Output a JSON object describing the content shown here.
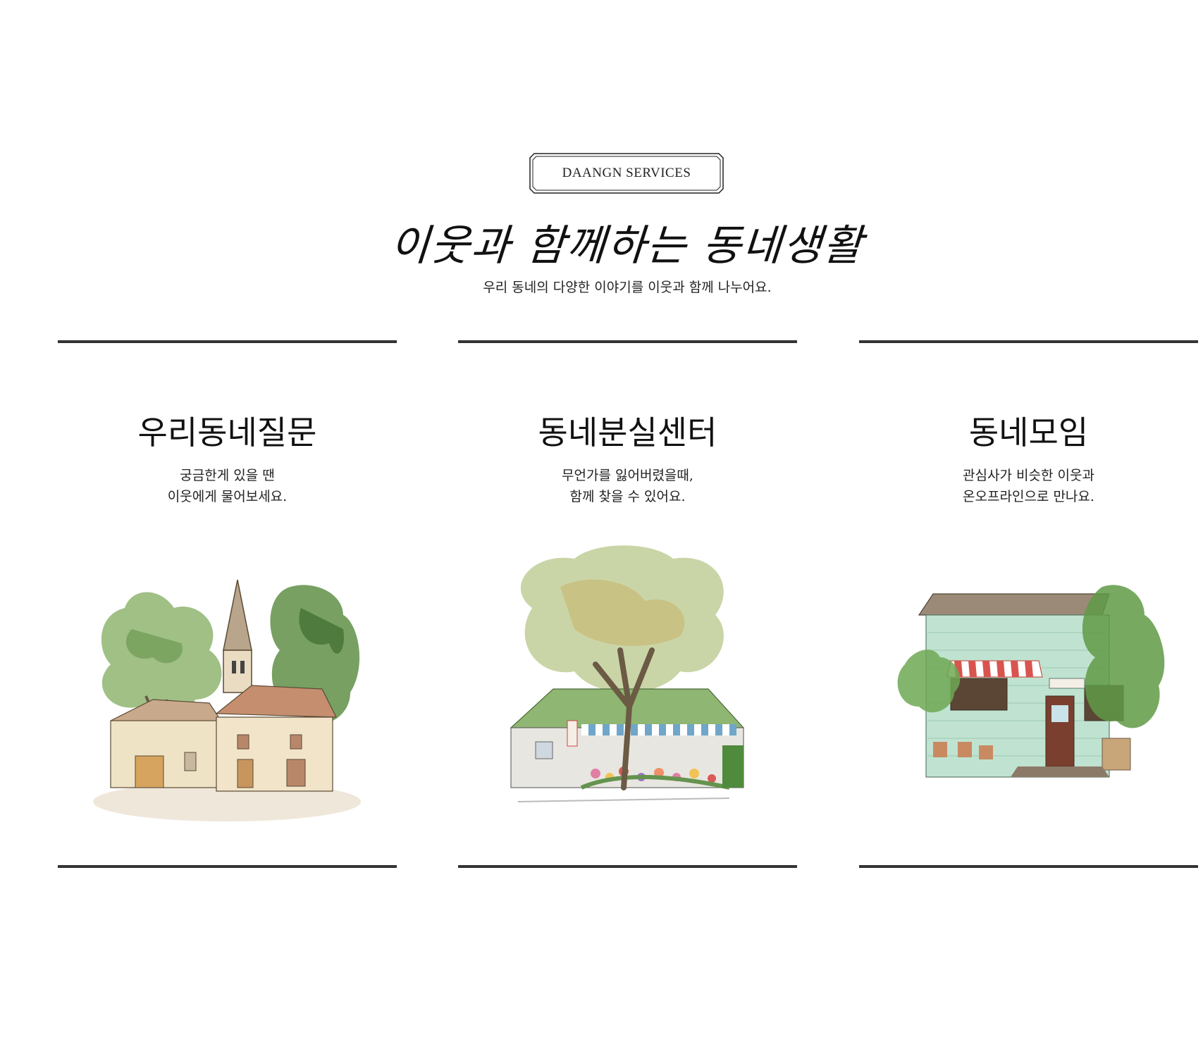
{
  "header": {
    "badge": "DAANGN SERVICES",
    "title": "이웃과 함께하는 동네생활",
    "subtitle": "우리 동네의 다양한 이야기를 이웃과 함께 나누어요."
  },
  "services": [
    {
      "title": "우리동네질문",
      "desc_line1": "궁금한게 있을 땐",
      "desc_line2": "이웃에게 물어보세요.",
      "illustration": "church-village-illustration"
    },
    {
      "title": "동네분실센터",
      "desc_line1": "무언가를 잃어버렸을때,",
      "desc_line2": "함께 찾을 수 있어요.",
      "illustration": "flower-shop-illustration"
    },
    {
      "title": "동네모임",
      "desc_line1": "관심사가 비슷한 이웃과",
      "desc_line2": "온오프라인으로 만나요.",
      "illustration": "cafe-house-illustration"
    }
  ]
}
